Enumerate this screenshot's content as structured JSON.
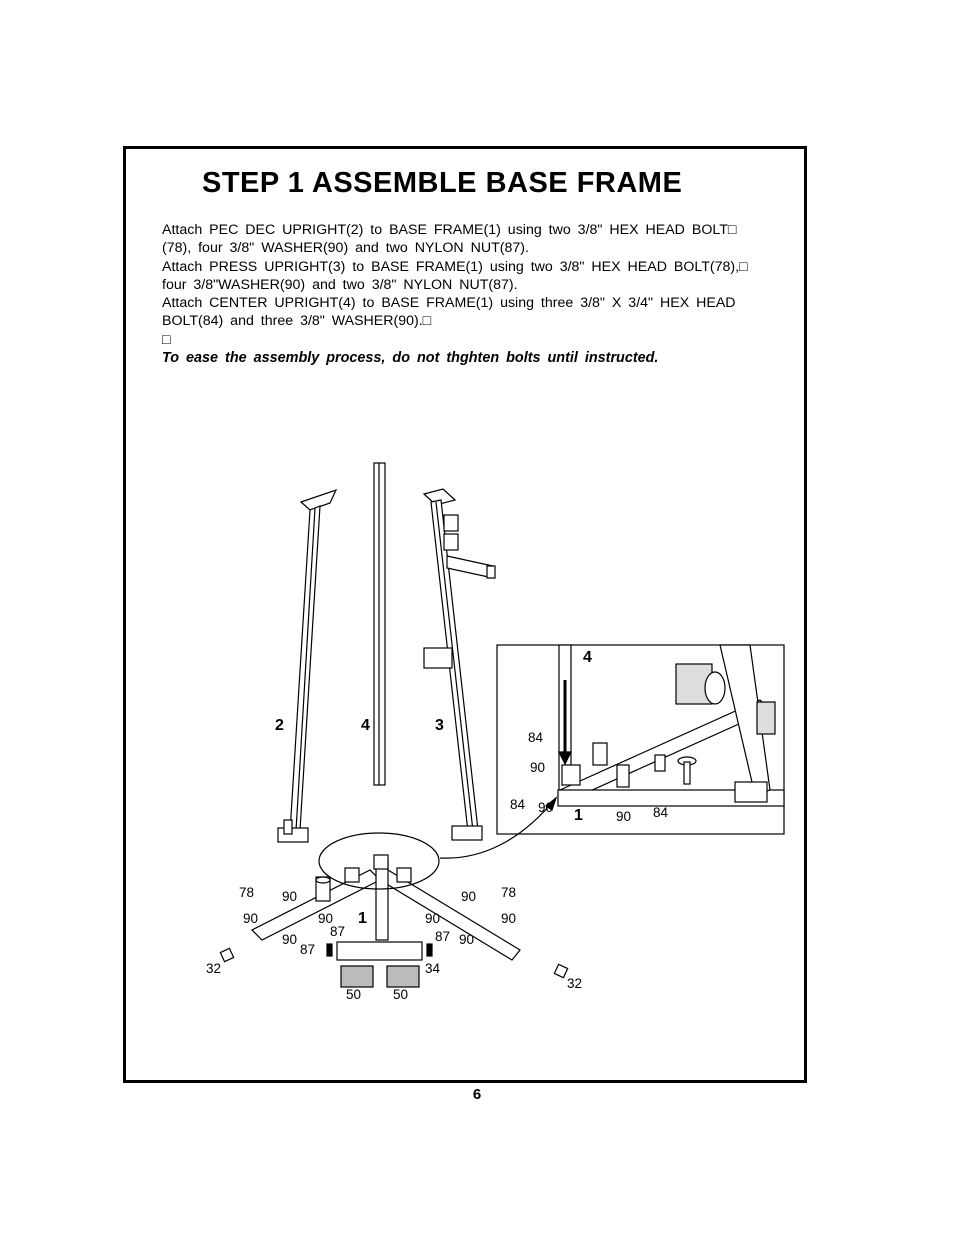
{
  "title": "STEP 1  ASSEMBLE  BASE  FRAME",
  "instructions": [
    "Attach  PEC  DEC  UPRIGHT(2)  to  BASE  FRAME(1)  using  two  3/8\"  HEX  HEAD  BOLT□",
    "(78),  four  3/8\"  WASHER(90)  and  two  NYLON  NUT(87).",
    "Attach  PRESS  UPRIGHT(3)  to  BASE  FRAME(1)  using  two  3/8\" HEX  HEAD  BOLT(78),□",
    "four  3/8\"WASHER(90)  and  two  3/8\"  NYLON  NUT(87).",
    "Attach  CENTER  UPRIGHT(4)  to  BASE  FRAME(1)  using  three  3/8\" X 3/4\"  HEX  HEAD",
    "BOLT(84)  and  three  3/8\"  WASHER(90).□",
    "□"
  ],
  "note": "To  ease  the  assembly  process,  do  not  thghten  bolts  until  instructed.",
  "page_number": "6",
  "diagram": {
    "part_labels": {
      "pec_dec_upright": "2",
      "center_upright": "4",
      "press_upright": "3",
      "base_frame": "1",
      "inset_center_upright": "4",
      "inset_base_frame": "1"
    },
    "hardware_labels": {
      "bolt_78_left": "78",
      "washer_90_left_top": "90",
      "washer_90_left_mid": "90",
      "washer_90_left_inner": "90",
      "nut_87_left": "87",
      "washer_90_left_low": "90",
      "nut_87_left_low": "87",
      "cap_32_left": "32",
      "pad_50_left": "50",
      "pad_50_right": "50",
      "cap_34": "34",
      "washer_90_right_top": "90",
      "bolt_78_right": "78",
      "washer_90_right_mid": "90",
      "washer_90_right_outer": "90",
      "nut_87_right": "87",
      "washer_90_right_low": "90",
      "cap_32_right": "32",
      "inset_bolt_84_top": "84",
      "inset_washer_90_top": "90",
      "inset_bolt_84_left": "84",
      "inset_washer_90_left": "90",
      "inset_washer_90_right": "90",
      "inset_bolt_84_right": "84"
    }
  }
}
